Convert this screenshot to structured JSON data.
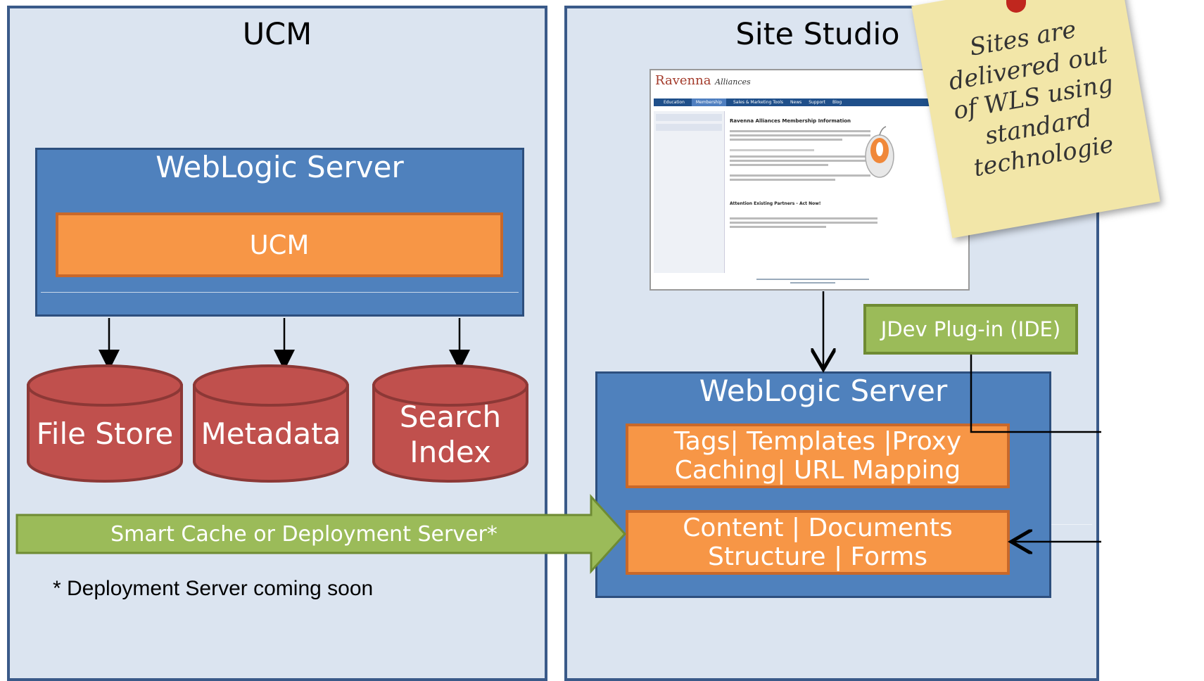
{
  "ucm_panel": {
    "title": "UCM",
    "weblogic_title": "WebLogic Server",
    "ucm_box": "UCM",
    "stores": [
      {
        "label": "File Store"
      },
      {
        "label": "Metadata"
      },
      {
        "label": "Search Index"
      }
    ],
    "footnote": "* Deployment Server coming soon"
  },
  "site_studio_panel": {
    "title": "Site Studio",
    "weblogic_title": "WebLogic Server",
    "features_box": "Tags| Templates |Proxy Caching| URL Mapping",
    "content_box": "Content | Documents Structure | Forms",
    "jdev_box": "JDev Plug-in (IDE)"
  },
  "smart_cache_arrow": "Smart Cache or Deployment Server*",
  "sticky_note": "Sites are delivered out of WLS using standard technologie",
  "screenshot": {
    "logo": "Ravenna",
    "logo_sub": "Alliances",
    "nav": [
      "Education",
      "Membership",
      "Sales & Marketing Tools",
      "News",
      "Support",
      "Blog"
    ],
    "heading": "Ravenna Alliances Membership Information",
    "subheading": "Attention Existing Partners - Act Now!"
  },
  "colors": {
    "panel_bg": "#dbe4f0",
    "weblogic": "#4f81bd",
    "orange": "#f79646",
    "green": "#9bbb59",
    "cylinder": "#c0504d",
    "sticky": "#f2e6a8"
  }
}
